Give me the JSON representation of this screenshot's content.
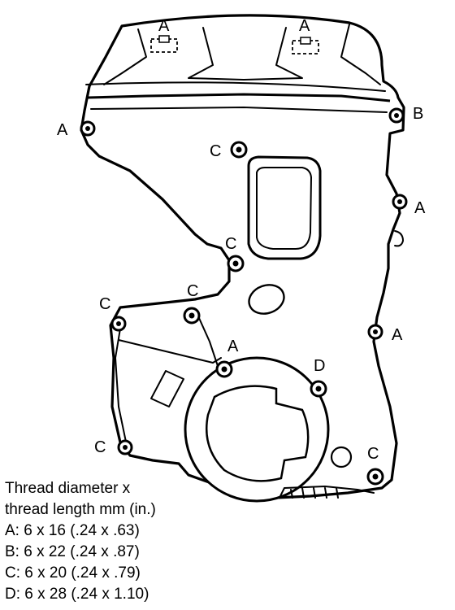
{
  "labels": {
    "a_top_left": "A",
    "a_top_right": "A",
    "a_left": "A",
    "b_right": "B",
    "c_upper": "C",
    "a_right_mid": "A",
    "c_mid": "C",
    "c_center": "C",
    "c_left": "C",
    "a_center": "A",
    "a_right_low": "A",
    "d_right": "D",
    "c_bottom_left": "C",
    "c_bottom_right": "C"
  },
  "legend": {
    "title_line1": "Thread diameter x",
    "title_line2": "thread length mm (in.)",
    "rows": [
      "A: 6 x 16 (.24 x .63)",
      "B: 6 x 22 (.24 x .87)",
      "C: 6 x 20 (.24 x .79)",
      "D: 6 x 28 (.24 x 1.10)"
    ]
  }
}
